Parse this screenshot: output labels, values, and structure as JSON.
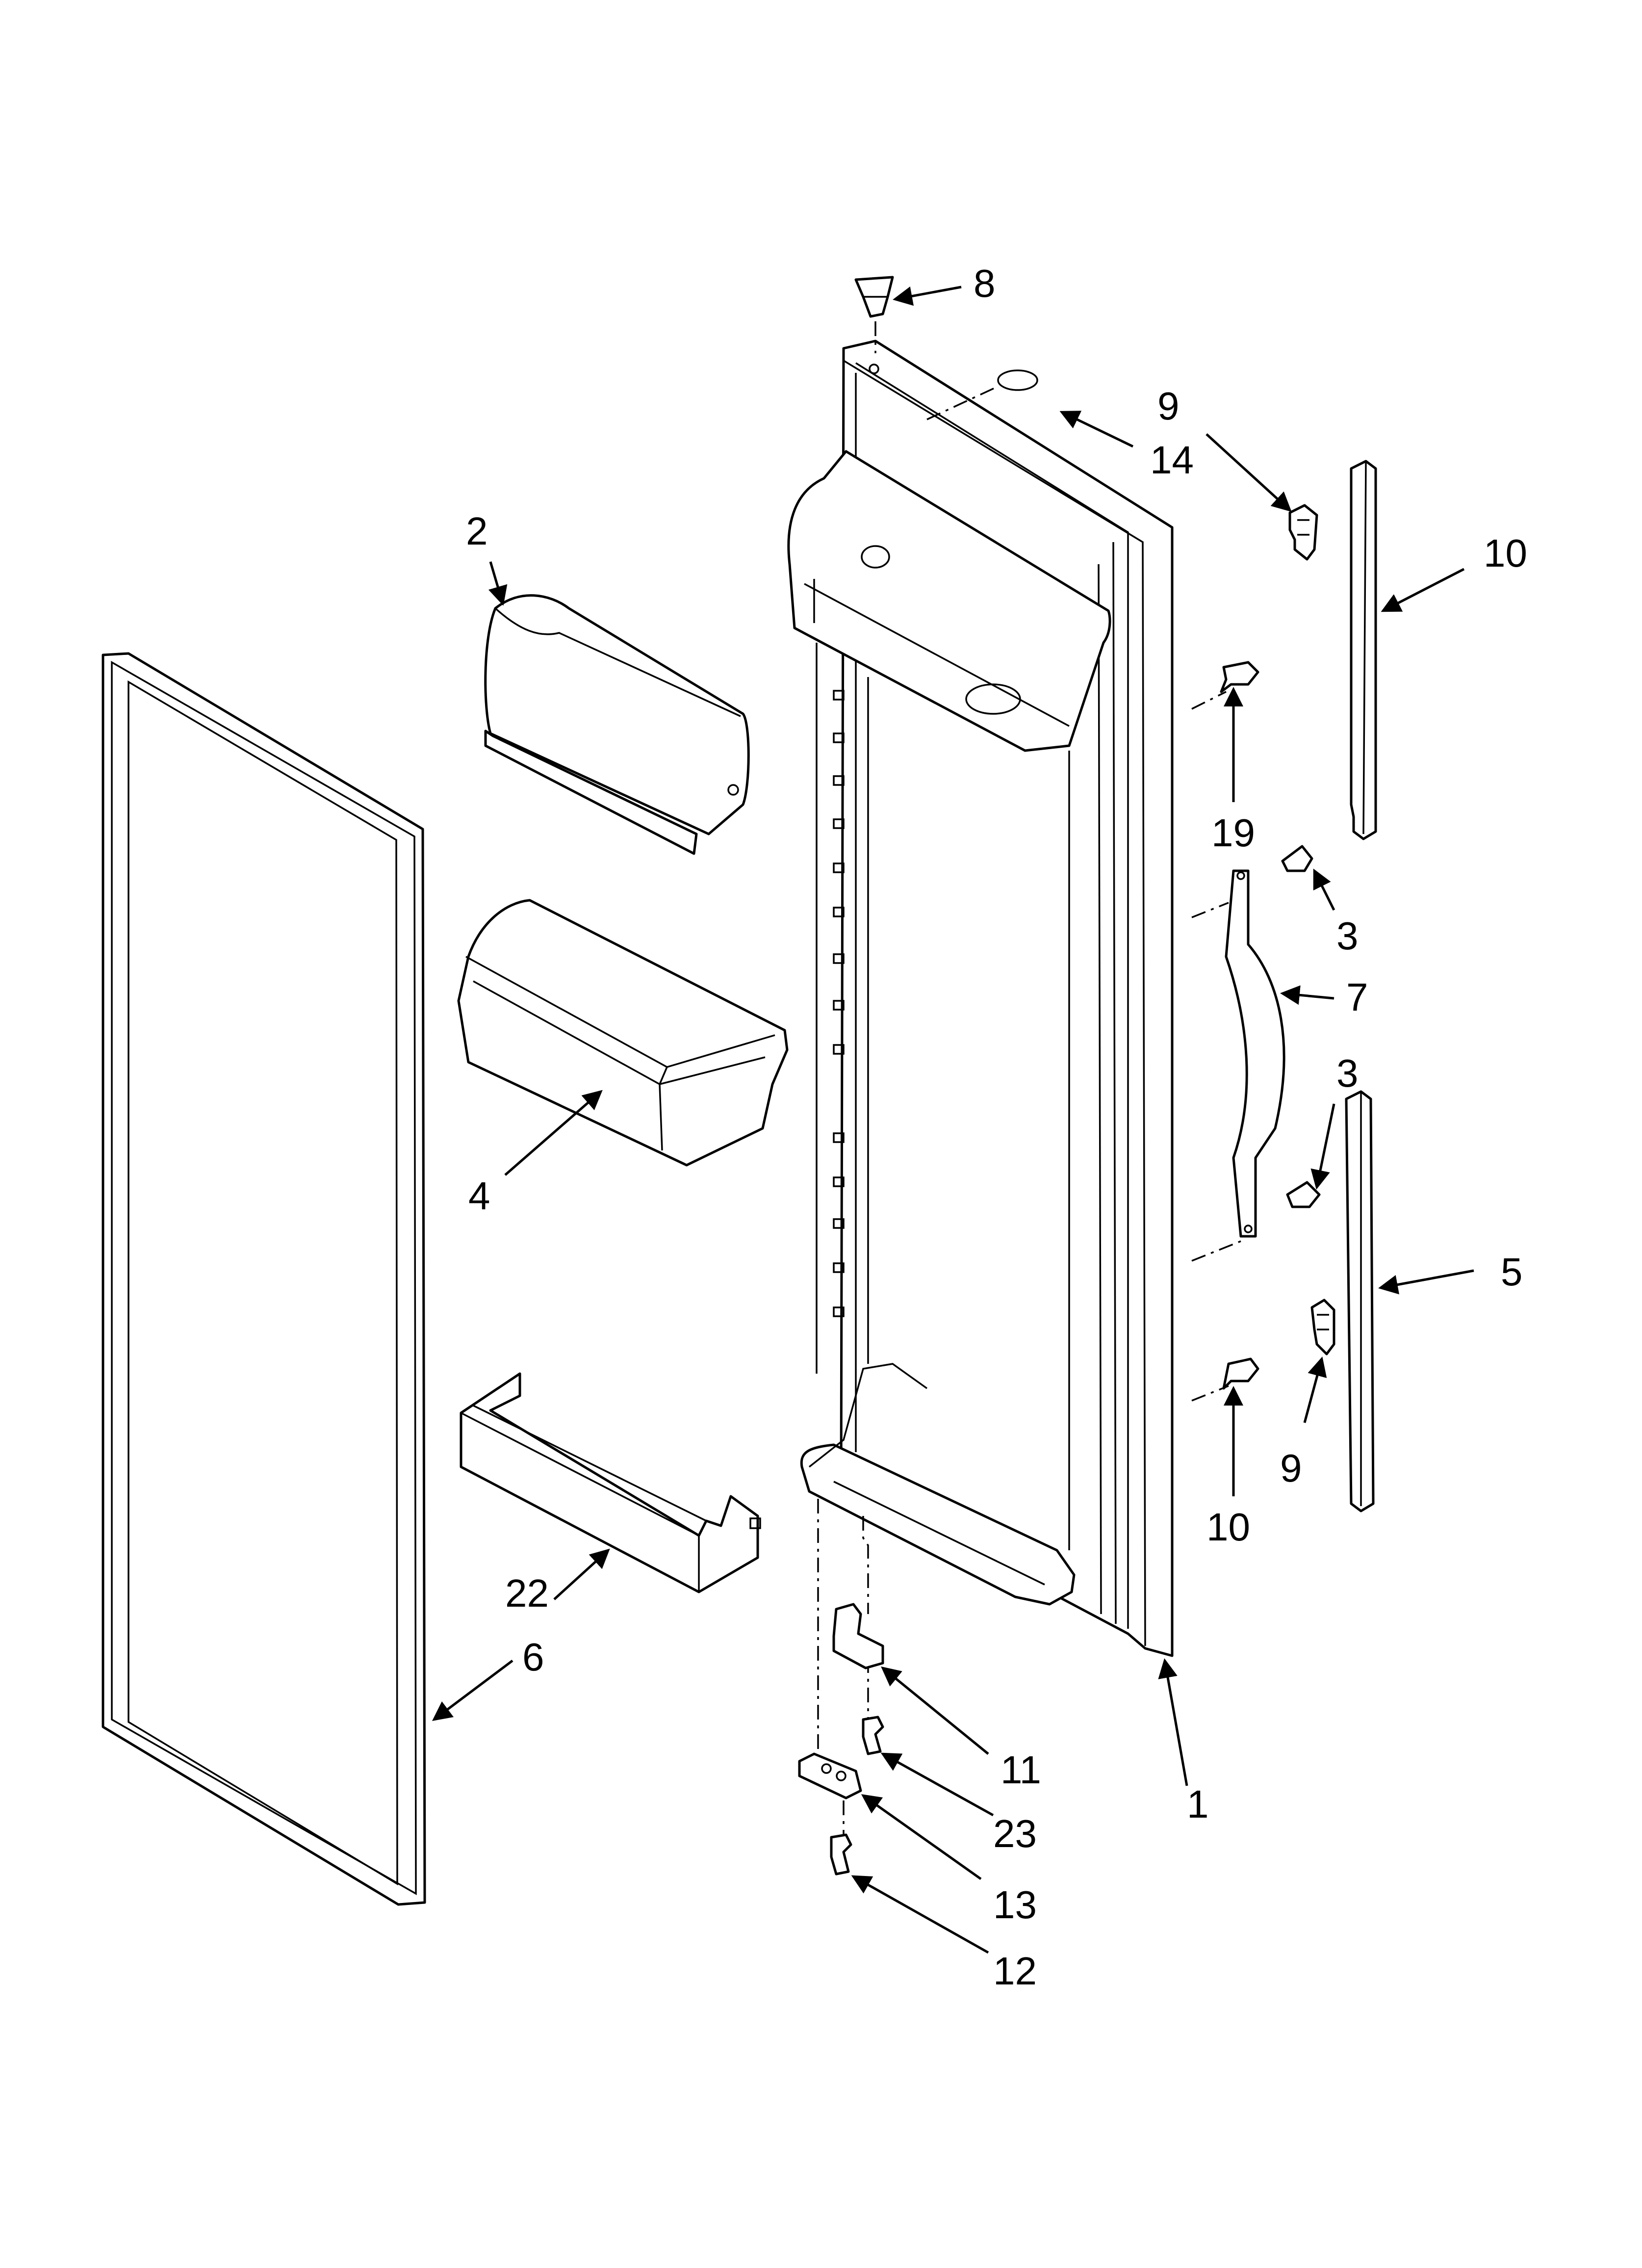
{
  "callouts": {
    "door": "1",
    "dairy_door": "2",
    "screw_upper_handle": "3",
    "screw_lower_handle": "3",
    "door_bin": "4",
    "trim_lower": "5",
    "gasket": "6",
    "handle": "7",
    "plug_top": "8",
    "clip_upper": "9",
    "clip_lower": "9",
    "trim_upper": "10",
    "screw_lower_door": "10",
    "hinge_bushing": "11",
    "screw_bottom": "12",
    "hinge_bottom": "13",
    "washer_top": "14",
    "screw_upper_door": "19",
    "door_rail": "22",
    "screw_hinge": "23"
  }
}
